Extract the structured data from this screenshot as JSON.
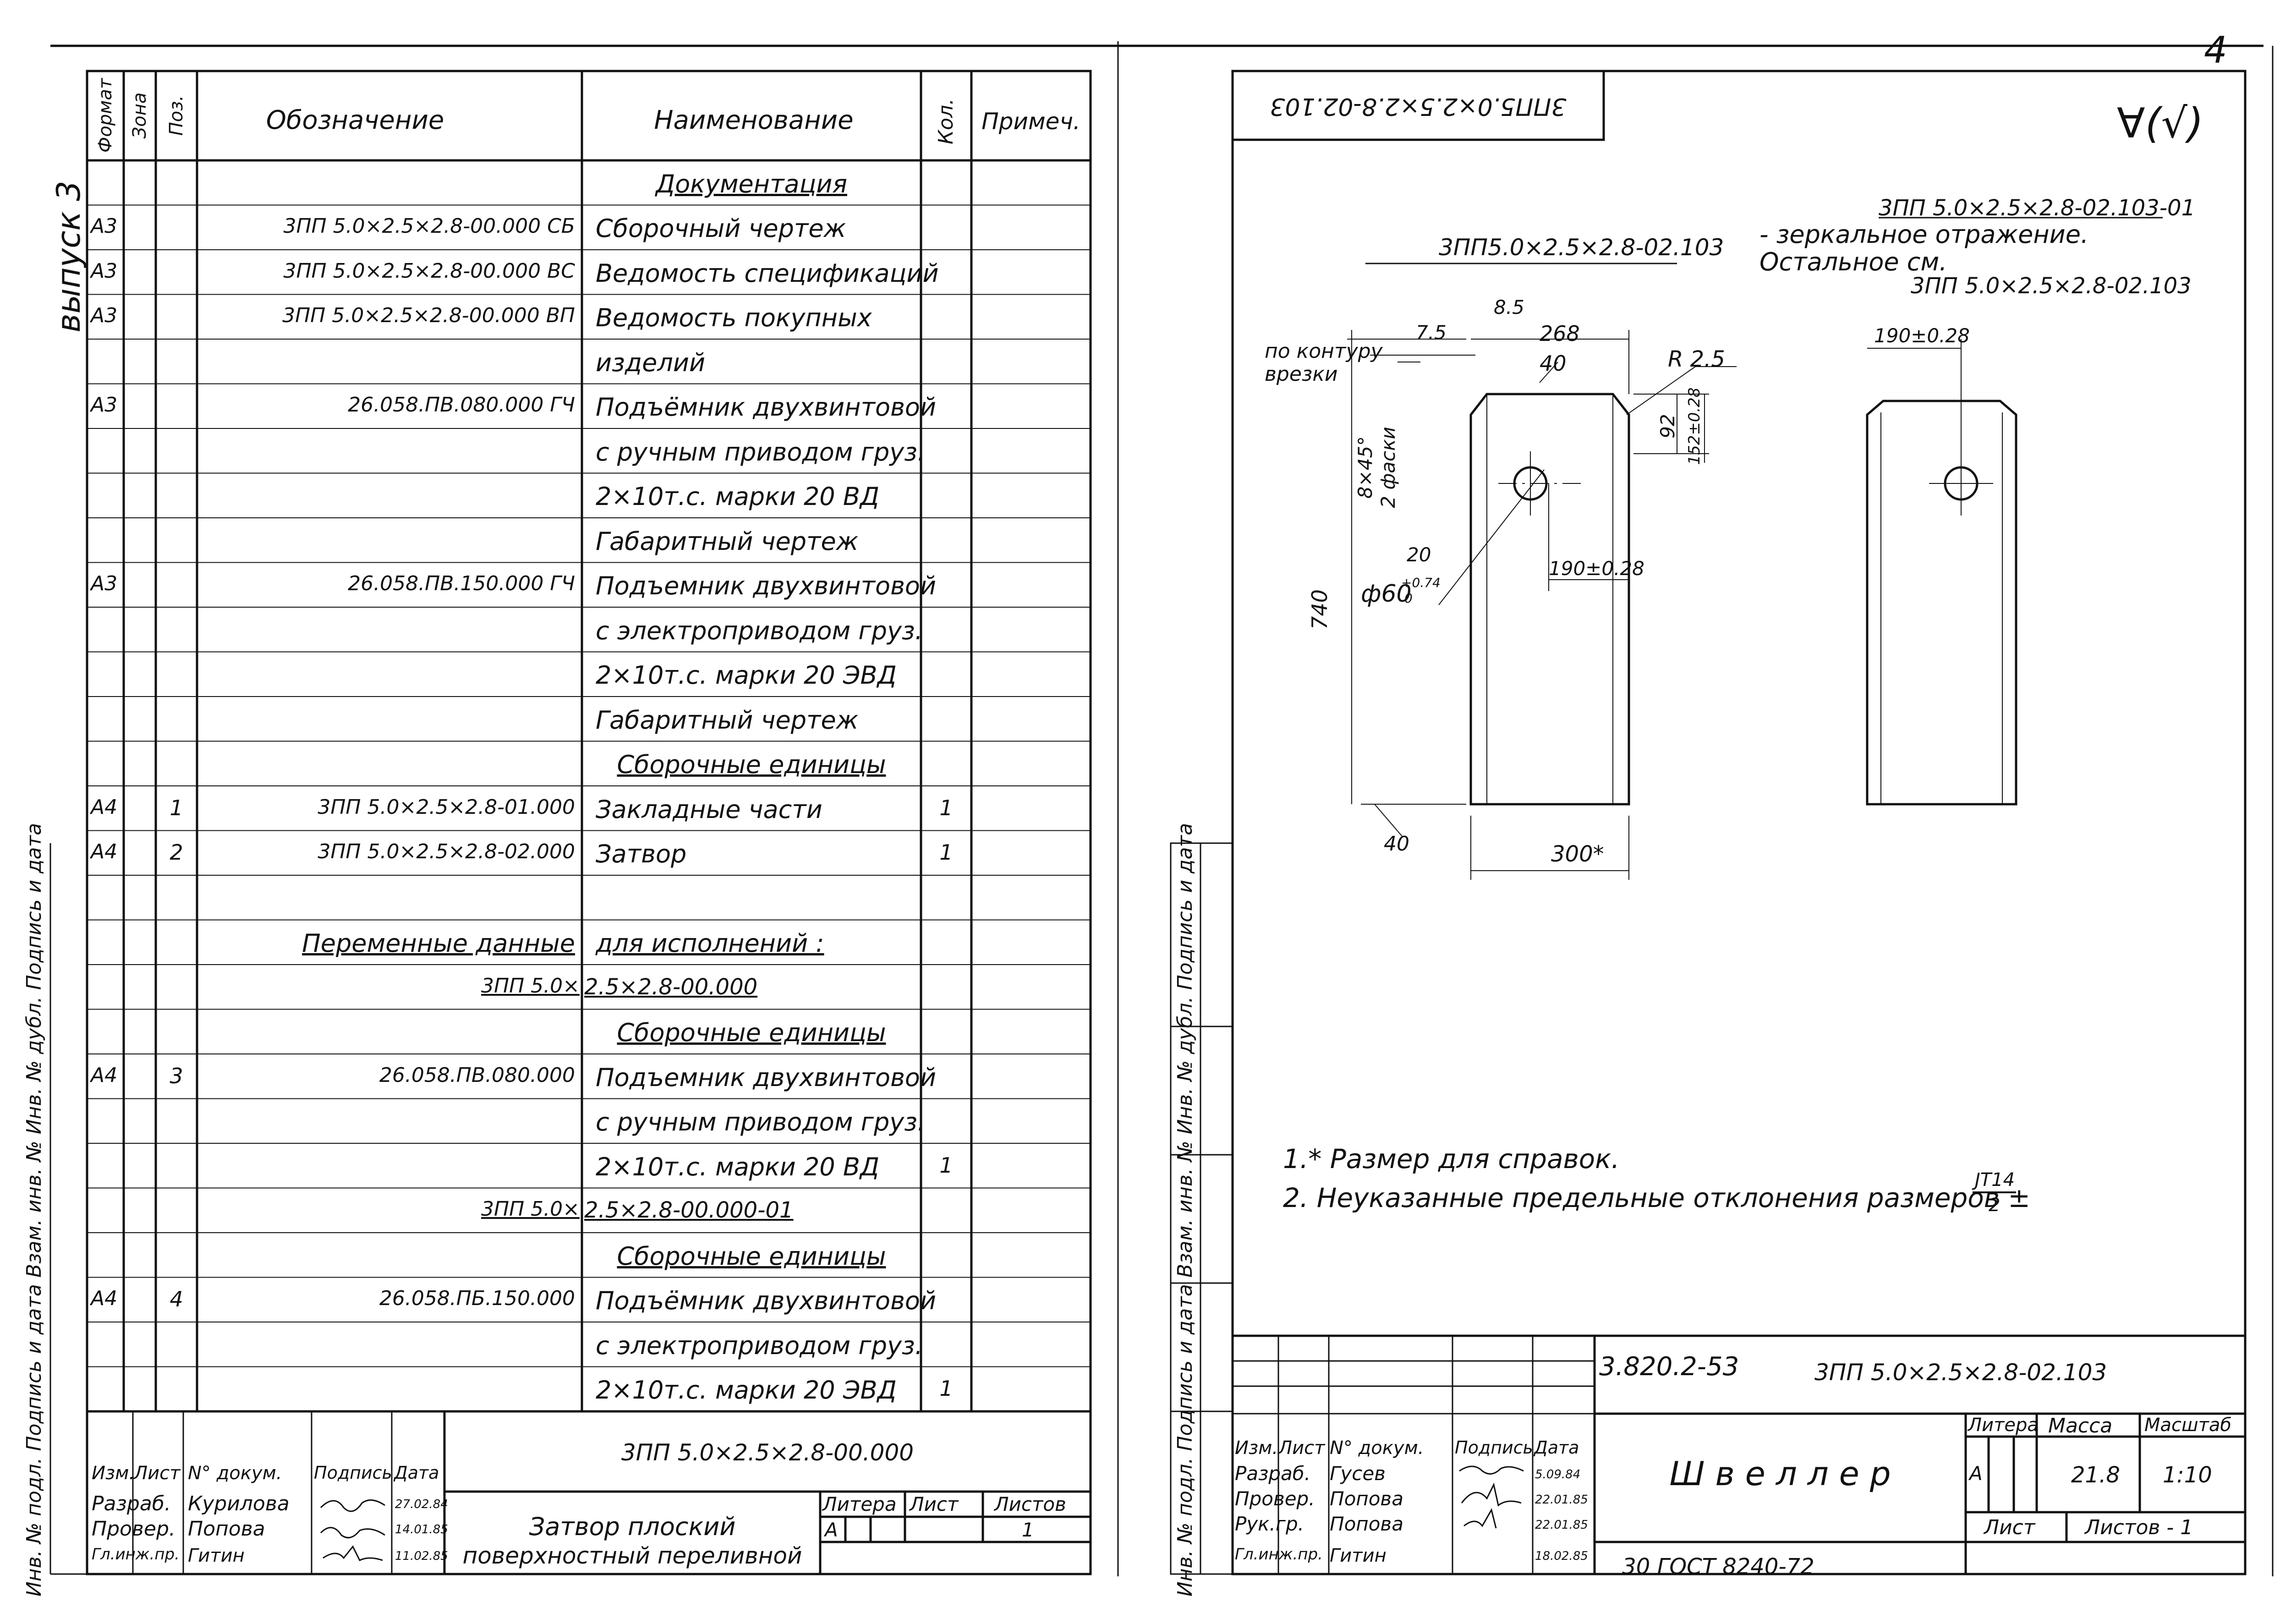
{
  "sheet_number": "4",
  "left_sheet": {
    "headers": {
      "format": "Формат",
      "zone": "Зона",
      "pos": "Поз.",
      "designation": "Обозначение",
      "name": "Наименование",
      "qty": "Кол.",
      "note": "Примеч."
    },
    "side_label": "выпуск 3",
    "side_strip": "Инв. № подл.  Подпись и дата  Взам. инв. №  Инв. № дубл.  Подпись и дата",
    "rows": [
      {
        "format": "",
        "pos": "",
        "designation": "",
        "name": "Документация",
        "qty": "",
        "name_style": "center-ul"
      },
      {
        "format": "A3",
        "pos": "",
        "designation": "3ПП 5.0×2.5×2.8-00.000 СБ",
        "name": "Сборочный  чертеж",
        "qty": ""
      },
      {
        "format": "A3",
        "pos": "",
        "designation": "3ПП 5.0×2.5×2.8-00.000 ВС",
        "name": "Ведомость  спецификаций",
        "qty": ""
      },
      {
        "format": "A3",
        "pos": "",
        "designation": "3ПП 5.0×2.5×2.8-00.000 ВП",
        "name": "Ведомость  покупных",
        "qty": ""
      },
      {
        "format": "",
        "pos": "",
        "designation": "",
        "name": "изделий",
        "qty": ""
      },
      {
        "format": "A3",
        "pos": "",
        "designation": "26.058.ПВ.080.000 ГЧ",
        "name": "Подъёмник  двухвинтовой",
        "qty": ""
      },
      {
        "format": "",
        "pos": "",
        "designation": "",
        "name": "с ручным  приводом  груз.",
        "qty": ""
      },
      {
        "format": "",
        "pos": "",
        "designation": "",
        "name": "2×10т.с.  марки  20 ВД",
        "qty": ""
      },
      {
        "format": "",
        "pos": "",
        "designation": "",
        "name": "Габаритный  чертеж",
        "qty": ""
      },
      {
        "format": "A3",
        "pos": "",
        "designation": "26.058.ПВ.150.000 ГЧ",
        "name": "Подъемник  двухвинтовой",
        "qty": ""
      },
      {
        "format": "",
        "pos": "",
        "designation": "",
        "name": "с электроприводом  груз.",
        "qty": ""
      },
      {
        "format": "",
        "pos": "",
        "designation": "",
        "name": "2×10т.с.  марки  20 ЭВД",
        "qty": ""
      },
      {
        "format": "",
        "pos": "",
        "designation": "",
        "name": "Габаритный  чертеж",
        "qty": ""
      },
      {
        "format": "",
        "pos": "",
        "designation": "",
        "name": "Сборочные  единицы",
        "qty": "",
        "name_style": "center-ul"
      },
      {
        "format": "A4",
        "pos": "1",
        "designation": "3ПП 5.0×2.5×2.8-01.000",
        "name": "Закладные  части",
        "qty": "1"
      },
      {
        "format": "A4",
        "pos": "2",
        "designation": "3ПП 5.0×2.5×2.8-02.000",
        "name": "Затвор",
        "qty": "1"
      },
      {
        "format": "",
        "pos": "",
        "designation": "",
        "name": "",
        "qty": ""
      },
      {
        "format": "",
        "pos": "",
        "designation": "Переменные  данные",
        "name": "для  исполнений :",
        "qty": "",
        "style": "var"
      },
      {
        "format": "",
        "pos": "",
        "designation": "3ПП 5.0×",
        "name": "2.5×2.8-00.000",
        "qty": "",
        "style": "var2"
      },
      {
        "format": "",
        "pos": "",
        "designation": "",
        "name": "Сборочные  единицы",
        "qty": "",
        "name_style": "center-ul"
      },
      {
        "format": "A4",
        "pos": "3",
        "designation": "26.058.ПВ.080.000",
        "name": "Подъемник  двухвинтовой",
        "qty": ""
      },
      {
        "format": "",
        "pos": "",
        "designation": "",
        "name": "с ручным  приводом  груз.",
        "qty": ""
      },
      {
        "format": "",
        "pos": "",
        "designation": "",
        "name": "2×10т.с. марки  20 ВД",
        "qty": "1"
      },
      {
        "format": "",
        "pos": "",
        "designation": "3ПП 5.0×",
        "name": "2.5×2.8-00.000-01",
        "qty": "",
        "style": "var2"
      },
      {
        "format": "",
        "pos": "",
        "designation": "",
        "name": "Сборочные  единицы",
        "qty": "",
        "name_style": "center-ul"
      },
      {
        "format": "A4",
        "pos": "4",
        "designation": "26.058.ПБ.150.000",
        "name": "Подъёмник  двухвинтовой",
        "qty": ""
      },
      {
        "format": "",
        "pos": "",
        "designation": "",
        "name": "с электроприводом  груз.",
        "qty": ""
      },
      {
        "format": "",
        "pos": "",
        "designation": "",
        "name": "2×10т.с. марки  20 ЭВД",
        "qty": "1"
      }
    ],
    "title_block": {
      "designation": "3ПП 5.0×2.5×2.8-00.000",
      "col_izm": "Изм.",
      "col_list": "Лист",
      "col_doc": "N° докум.",
      "col_sign": "Подпись",
      "col_date": "Дата",
      "r1_role": "Разраб.",
      "r1_name": "Курилова",
      "r1_date": "27.02.84",
      "r2_role": "Провер.",
      "r2_name": "Попова",
      "r2_date": "14.01.85",
      "r3_role": "Гл.инж.пр.",
      "r3_name": "Гитин",
      "r3_date": "11.02.85",
      "name_line1": "Затвор  плоский",
      "name_line2": "поверхностный  переливной",
      "h_litera": "Литера",
      "h_list": "Лист",
      "h_listov": "Листов",
      "litera": "А",
      "listov": "1"
    }
  },
  "right_sheet": {
    "stamp_rotated": "3ПП5.0×2.5×2.8-02.103",
    "roughness": "∀(√)",
    "note_mirror_1": "3ПП 5.0×2.5×2.8-02.103-01",
    "note_mirror_2": "- зеркальное  отражение.",
    "note_mirror_3": "Остальное  см.",
    "note_mirror_4": "3ПП 5.0×2.5×2.8-02.103",
    "part_label": "3ПП5.0×2.5×2.8-02.103",
    "dims": {
      "d75": "7.5",
      "d85": "8.5",
      "d268": "268",
      "d40a": "40",
      "r25": "R 2.5",
      "contour1": "по  контуру",
      "contour2": "врезки",
      "chamfer1": "8×45°",
      "chamfer2": "2 фаски",
      "d92": "92",
      "d152": "152±0.28",
      "d190a": "190±0.28",
      "d20": "20",
      "phi": "ф60",
      "phi_tol_up": "+0.74",
      "phi_tol_dn": "0",
      "d740": "740",
      "d300": "300*",
      "d40b": "40",
      "d190b": "190±0.28"
    },
    "notes": {
      "n1": "1.*  Размер  для  справок.",
      "n2": "2.  Неуказанные  предельные  отклонения  размеров ±",
      "n2_frac_top": "JT14",
      "n2_frac_bot": "2"
    },
    "side_strip": "Инв. № подл.  Подпись и дата  Взам. инв. №  Инв. № дубл.  Подпись и дата",
    "title_block": {
      "project": "3.820.2-53",
      "designation": "3ПП 5.0×2.5×2.8-02.103",
      "col_izm": "Изм.",
      "col_list": "Лист",
      "col_doc": "N° докум.",
      "col_sign": "Подпись",
      "col_date": "Дата",
      "r1_role": "Разраб.",
      "r1_name": "Гусев",
      "r1_date": "5.09.84",
      "r2_role": "Провер.",
      "r2_name": "Попова",
      "r2_date": "22.01.85",
      "r3_role": "Рук.гр.",
      "r3_name": "Попова",
      "r3_date": "22.01.85",
      "r4_role": "Гл.инж.пр.",
      "r4_name": "Гитин",
      "r4_date": "18.02.85",
      "part_name": "Ш в е л л е р",
      "h_litera": "Литера",
      "h_mass": "Масса",
      "h_scale": "Масштаб",
      "litera": "А",
      "mass": "21.8",
      "scale": "1:10",
      "h_list": "Лист",
      "h_listov": "Листов - 1",
      "material": "30 ГОСТ 8240-72"
    }
  }
}
